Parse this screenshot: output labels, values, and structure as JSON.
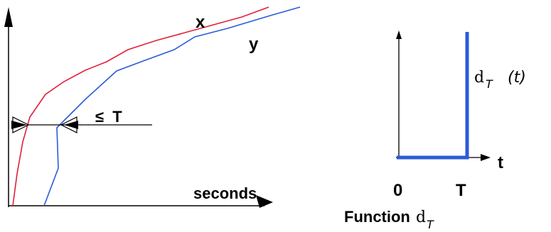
{
  "colors": {
    "series_x": "#e0203a",
    "series_y": "#2a5bd7",
    "delta_line": "#2a5bd7",
    "axes": "#000000"
  },
  "left_plot": {
    "series_x_label": "x",
    "series_y_label": "y",
    "gap_label": "≤  T",
    "xaxis_label": "seconds"
  },
  "right_plot": {
    "delta_label": "d",
    "delta_subscript": "T",
    "delta_arg": "(t)",
    "xaxis_label": "t",
    "tick_zero": "0",
    "tick_T": "T",
    "caption_word": "Function",
    "caption_symbol": "d",
    "caption_subscript": "T"
  }
}
